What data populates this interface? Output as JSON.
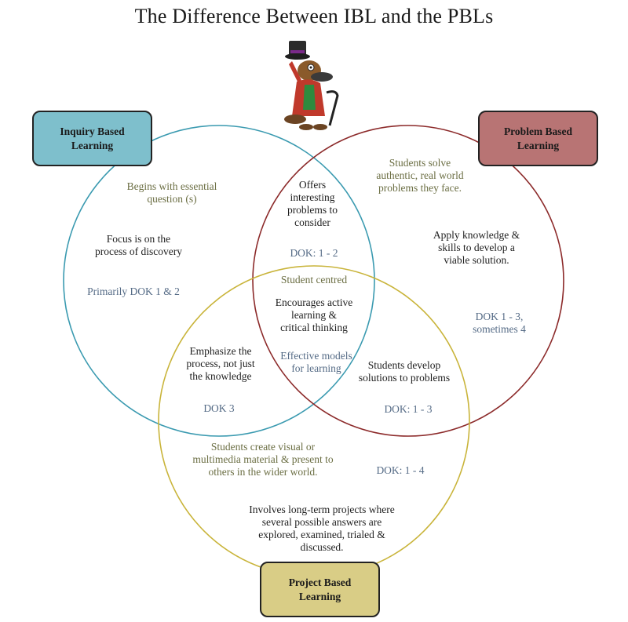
{
  "title": "The Difference Between IBL and the PBLs",
  "labels": {
    "inquiry": "Inquiry Based\nLearning",
    "problem": "Problem Based\nLearning",
    "project": "Project Based\nLearning"
  },
  "colors": {
    "inquiry_circle": "#3a9ab0",
    "problem_circle": "#8c2a2a",
    "project_circle": "#c9b43a",
    "inquiry_box": "#7ebfcc",
    "problem_box": "#b87474",
    "project_box": "#d9cd86"
  },
  "mascot": "platypus-mascot-with-top-hat",
  "texts": {
    "ibl_question": "Begins with essential\nquestion (s)",
    "ibl_focus": "Focus is on the\nprocess of discovery",
    "ibl_dok": "Primarily  DOK 1 & 2",
    "ibl_prb_overlap": "Offers\ninteresting\nproblems to\nconsider",
    "ibl_prb_dok": "DOK: 1 - 2",
    "student_centred": "Student centred",
    "all_active": "Encourages active\nlearning &\ncritical thinking",
    "all_models": "Effective models\nfor learning",
    "prb_solve": "Students solve\nauthentic, real world\nproblems they face.",
    "prb_apply": "Apply knowledge &\nskills to develop a\nviable solution.",
    "prb_dok": "DOK 1 - 3,\nsometimes 4",
    "ibl_prj_overlap": "Emphasize the\nprocess, not just\nthe knowledge",
    "ibl_prj_dok": "DOK 3",
    "prb_prj_overlap": "Students develop\nsolutions to problems",
    "prb_prj_dok": "DOK: 1 - 3",
    "prj_create": "Students create visual or\nmultimedia material & present to\nothers in the wider world.",
    "prj_dok": "DOK: 1 - 4",
    "prj_longterm": "Involves long-term projects where\nseveral possible answers are\nexplored, examined, trialed &\ndiscussed."
  }
}
